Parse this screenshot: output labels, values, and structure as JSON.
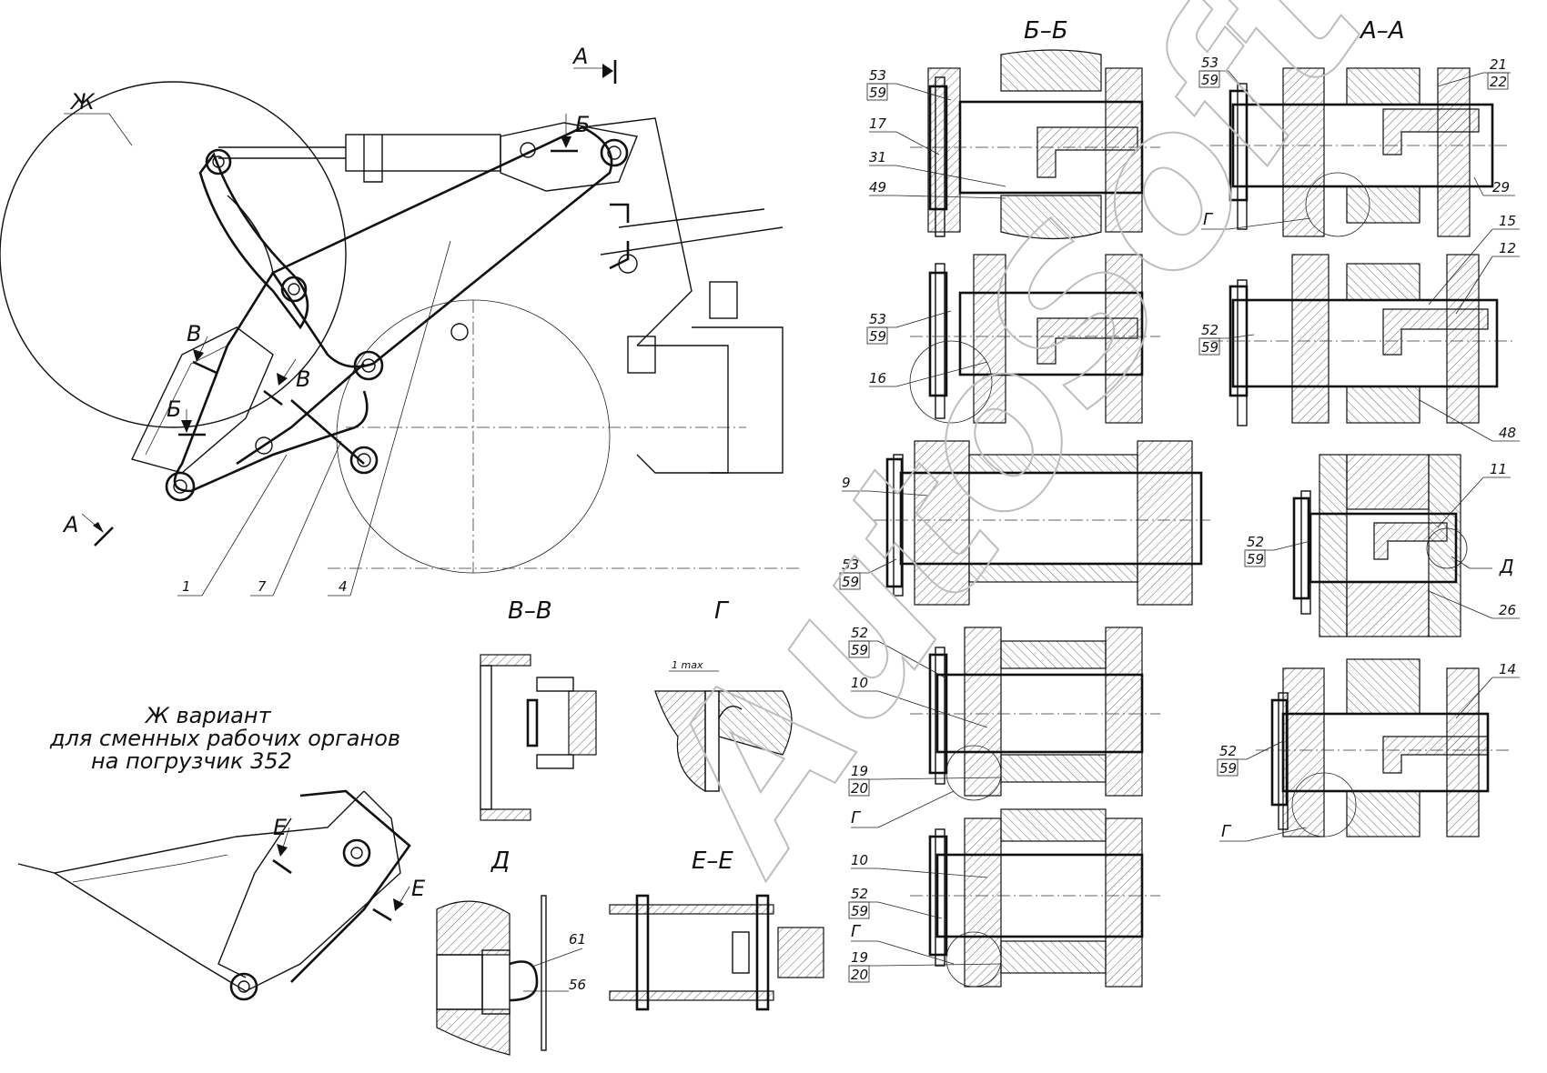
{
  "sections": {
    "bb": "Б–Б",
    "aa": "А–А",
    "vv": "В–В",
    "g": "Г",
    "d": "Д",
    "ee": "Е–Е"
  },
  "markers": {
    "a": "А",
    "b": "Б",
    "v": "В",
    "zh": "Ж",
    "e": "Е",
    "g": "Г",
    "d": "Д"
  },
  "variant_note": {
    "line1": "Ж вариант",
    "line2": "для сменных рабочих органов",
    "line3": "на погрузчик 352"
  },
  "dimension": "1 max",
  "watermark": "AutoSoft",
  "callouts_bb": [
    {
      "n": "53",
      "d": "59"
    },
    {
      "n": "17"
    },
    {
      "n": "31"
    },
    {
      "n": "49"
    },
    {
      "n": "53",
      "d": "59"
    },
    {
      "n": "16"
    },
    {
      "n": "9"
    },
    {
      "n": "53",
      "d": "59"
    },
    {
      "n": "52",
      "d": "59"
    },
    {
      "n": "10"
    },
    {
      "n": "19",
      "d": "20"
    },
    {
      "n": "10"
    },
    {
      "n": "52",
      "d": "59"
    },
    {
      "n": "19",
      "d": "20"
    }
  ],
  "callouts_aa": [
    {
      "n": "53",
      "d": "59"
    },
    {
      "n": "21",
      "d": "22"
    },
    {
      "n": "29"
    },
    {
      "n": "15"
    },
    {
      "n": "12"
    },
    {
      "n": "52",
      "d": "59"
    },
    {
      "n": "48"
    },
    {
      "n": "11"
    },
    {
      "n": "52",
      "d": "59"
    },
    {
      "n": "26"
    },
    {
      "n": "14"
    },
    {
      "n": "52",
      "d": "59"
    }
  ],
  "main_callouts": [
    "1",
    "7",
    "4"
  ],
  "detail_callouts": [
    "61",
    "56"
  ]
}
